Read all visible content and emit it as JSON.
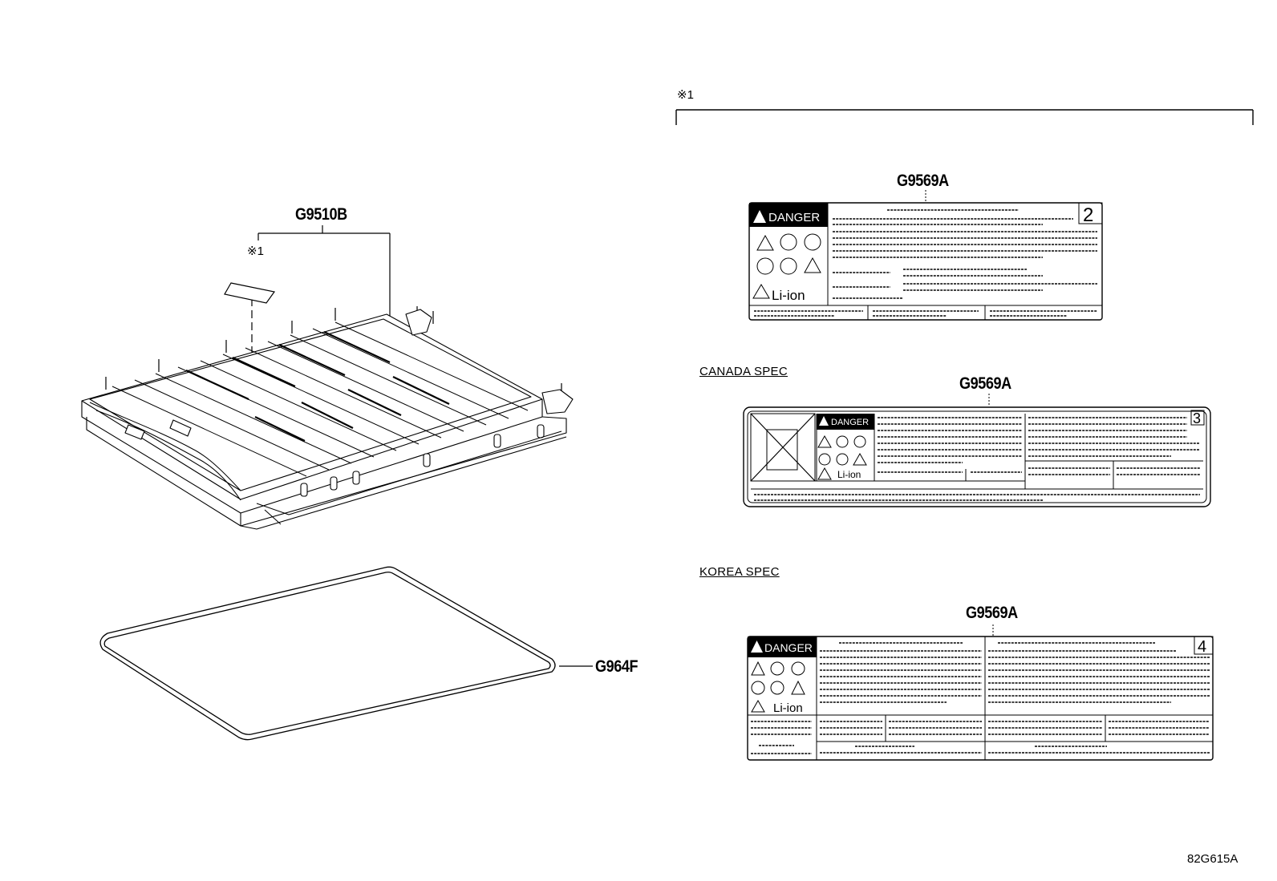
{
  "diagram": {
    "drawing_number": "82G615A",
    "note_symbol": "※1",
    "parts": [
      {
        "id": "battery-label-part",
        "code": "G9510B"
      },
      {
        "id": "gasket-part",
        "code": "G964F"
      }
    ],
    "labels": [
      {
        "spec": "",
        "code": "G9569A",
        "label_number": "2"
      },
      {
        "spec": "CANADA SPEC",
        "code": "G9569A",
        "label_number": "3"
      },
      {
        "spec": "KOREA SPEC",
        "code": "G9569A",
        "label_number": "4"
      }
    ],
    "label_text": {
      "danger": "DANGER",
      "battery_type": "Li-ion"
    }
  }
}
